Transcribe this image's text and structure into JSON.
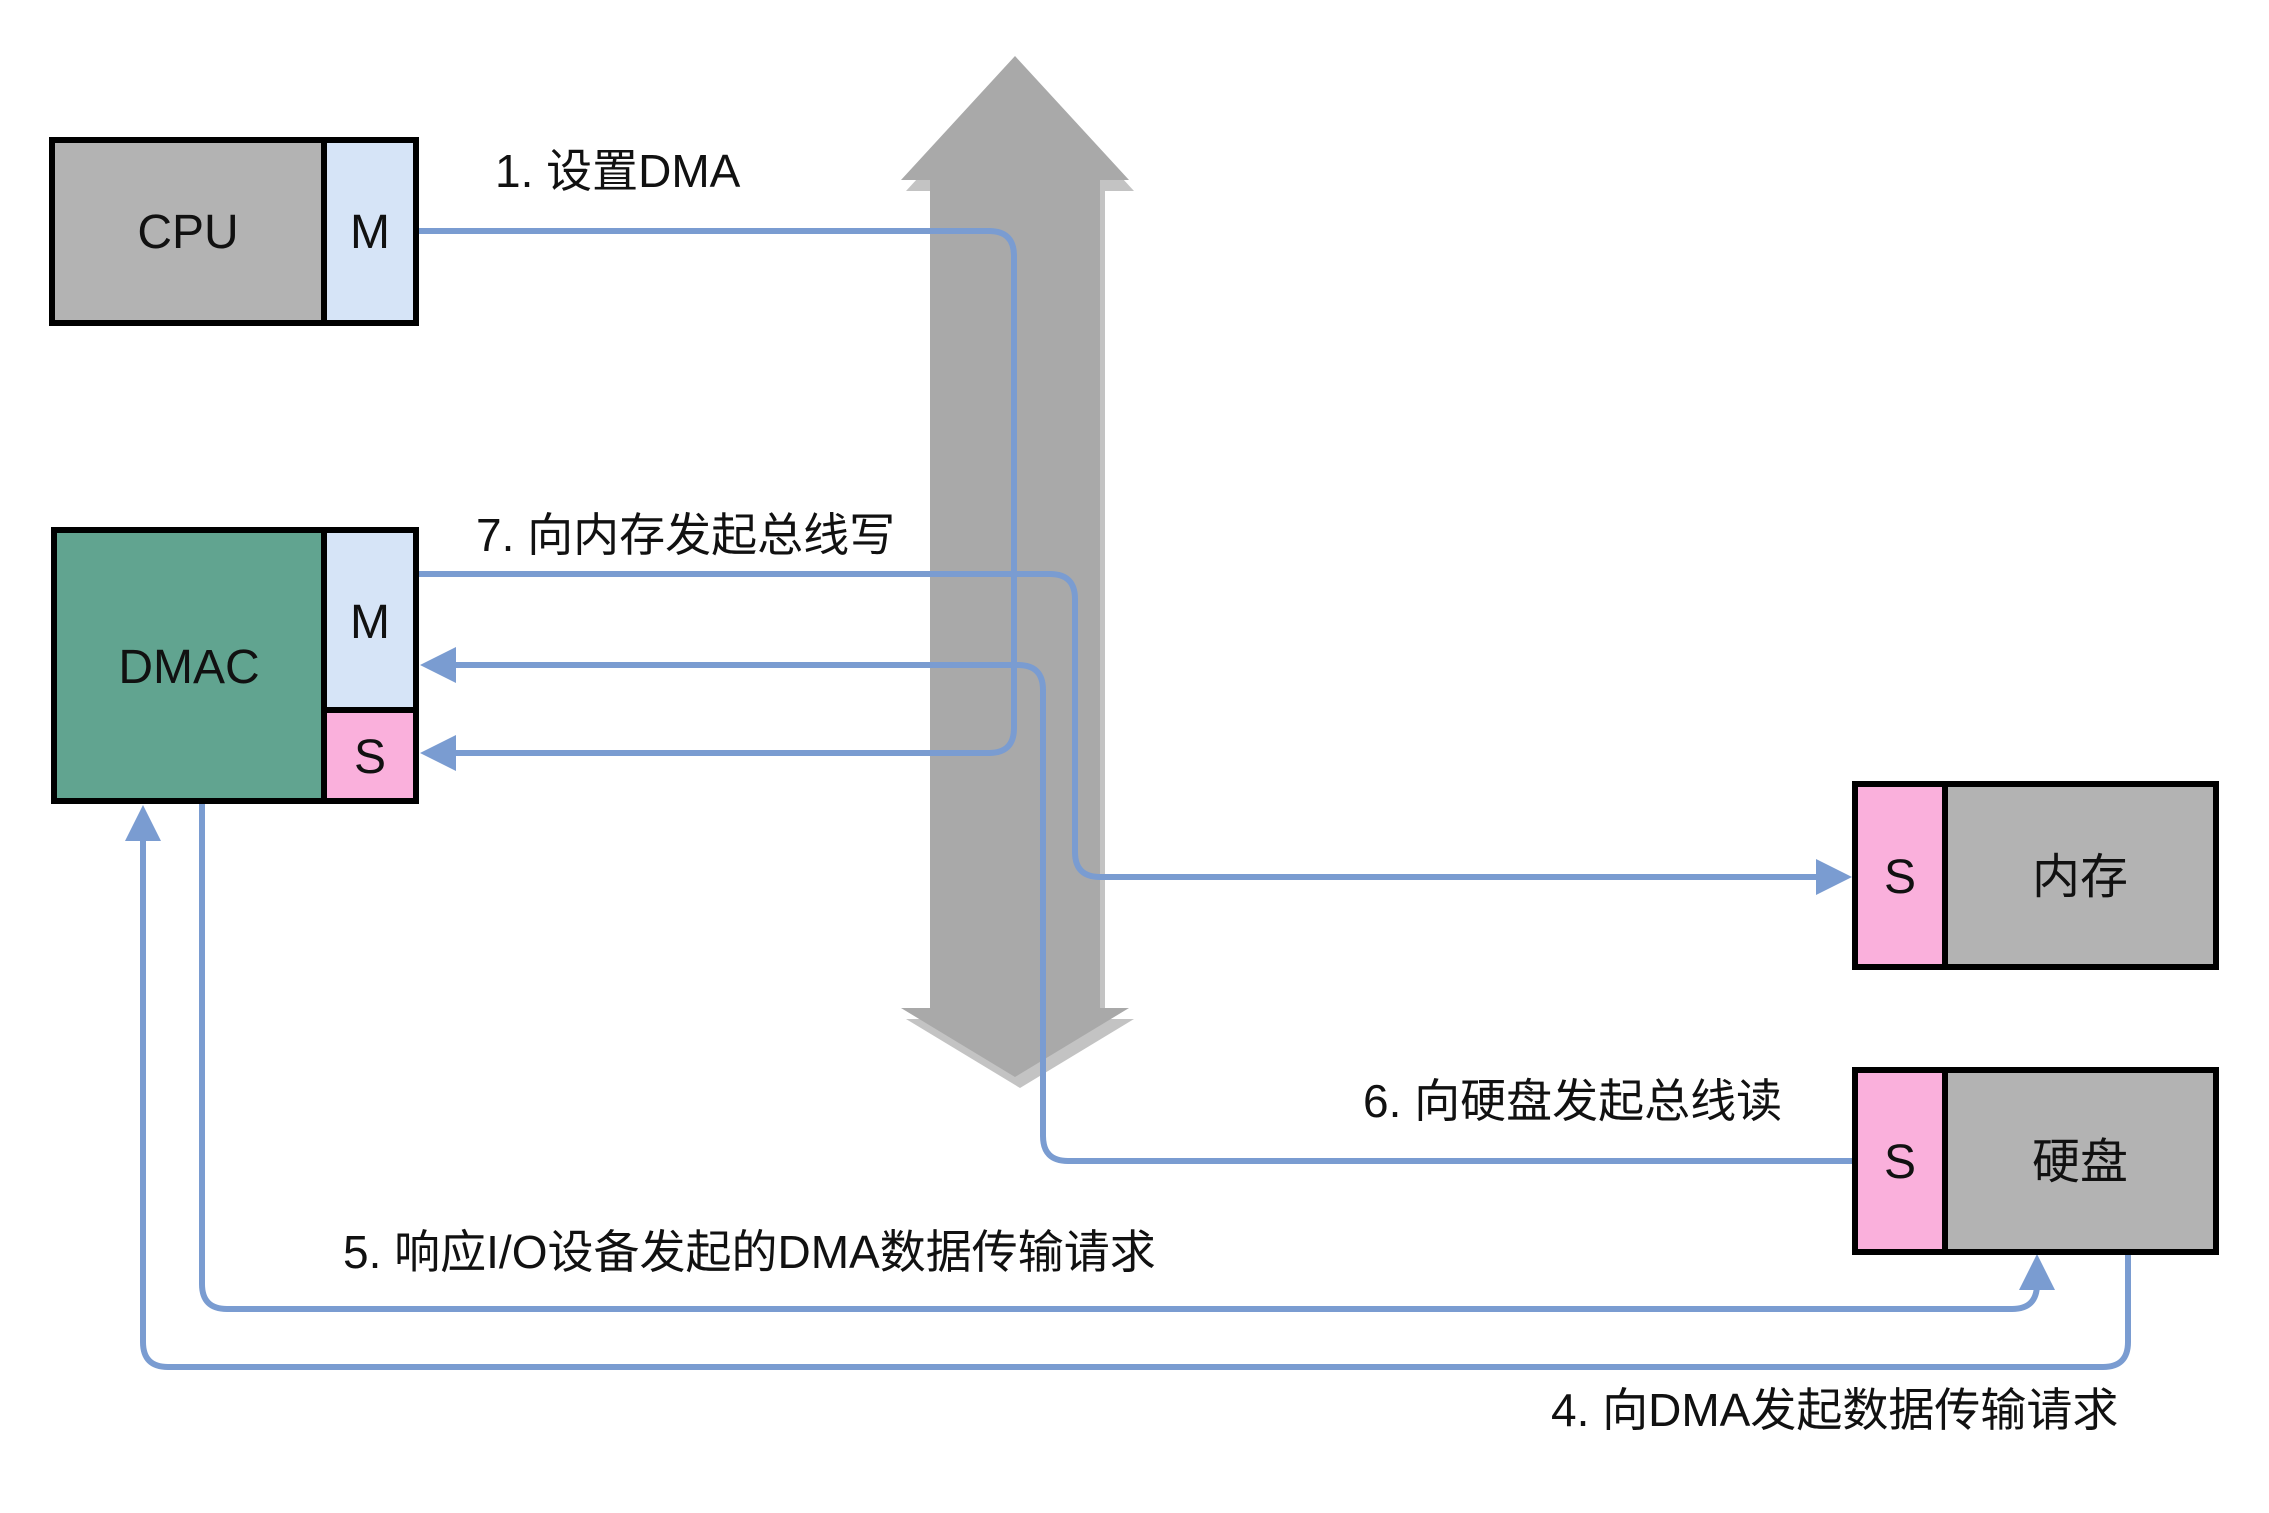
{
  "colors": {
    "canvas_bg": "#ffffff",
    "box_gray": "#b3b3b3",
    "dmac_teal": "#61a490",
    "master_blue": "#d6e4f7",
    "slave_pink": "#fab0dc",
    "line_blue": "#7a9cd1",
    "bus_gray": "#a9a9a9",
    "bus_shadow": "#9b9b9b",
    "border_black": "#000000",
    "text_black": "#111111"
  },
  "nodes": {
    "cpu": {
      "label": "CPU",
      "master_port": "M"
    },
    "dmac": {
      "label": "DMAC",
      "master_port": "M",
      "slave_port": "S"
    },
    "memory": {
      "label": "内存",
      "slave_port": "S"
    },
    "disk": {
      "label": "硬盘",
      "slave_port": "S"
    }
  },
  "steps": {
    "step1": "1. 设置DMA",
    "step4": "4. 向DMA发起数据传输请求",
    "step5": "5. 响应I/O设备发起的DMA数据传输请求",
    "step6": "6. 向硬盘发起总线读",
    "step7": "7. 向内存发起总线写"
  }
}
